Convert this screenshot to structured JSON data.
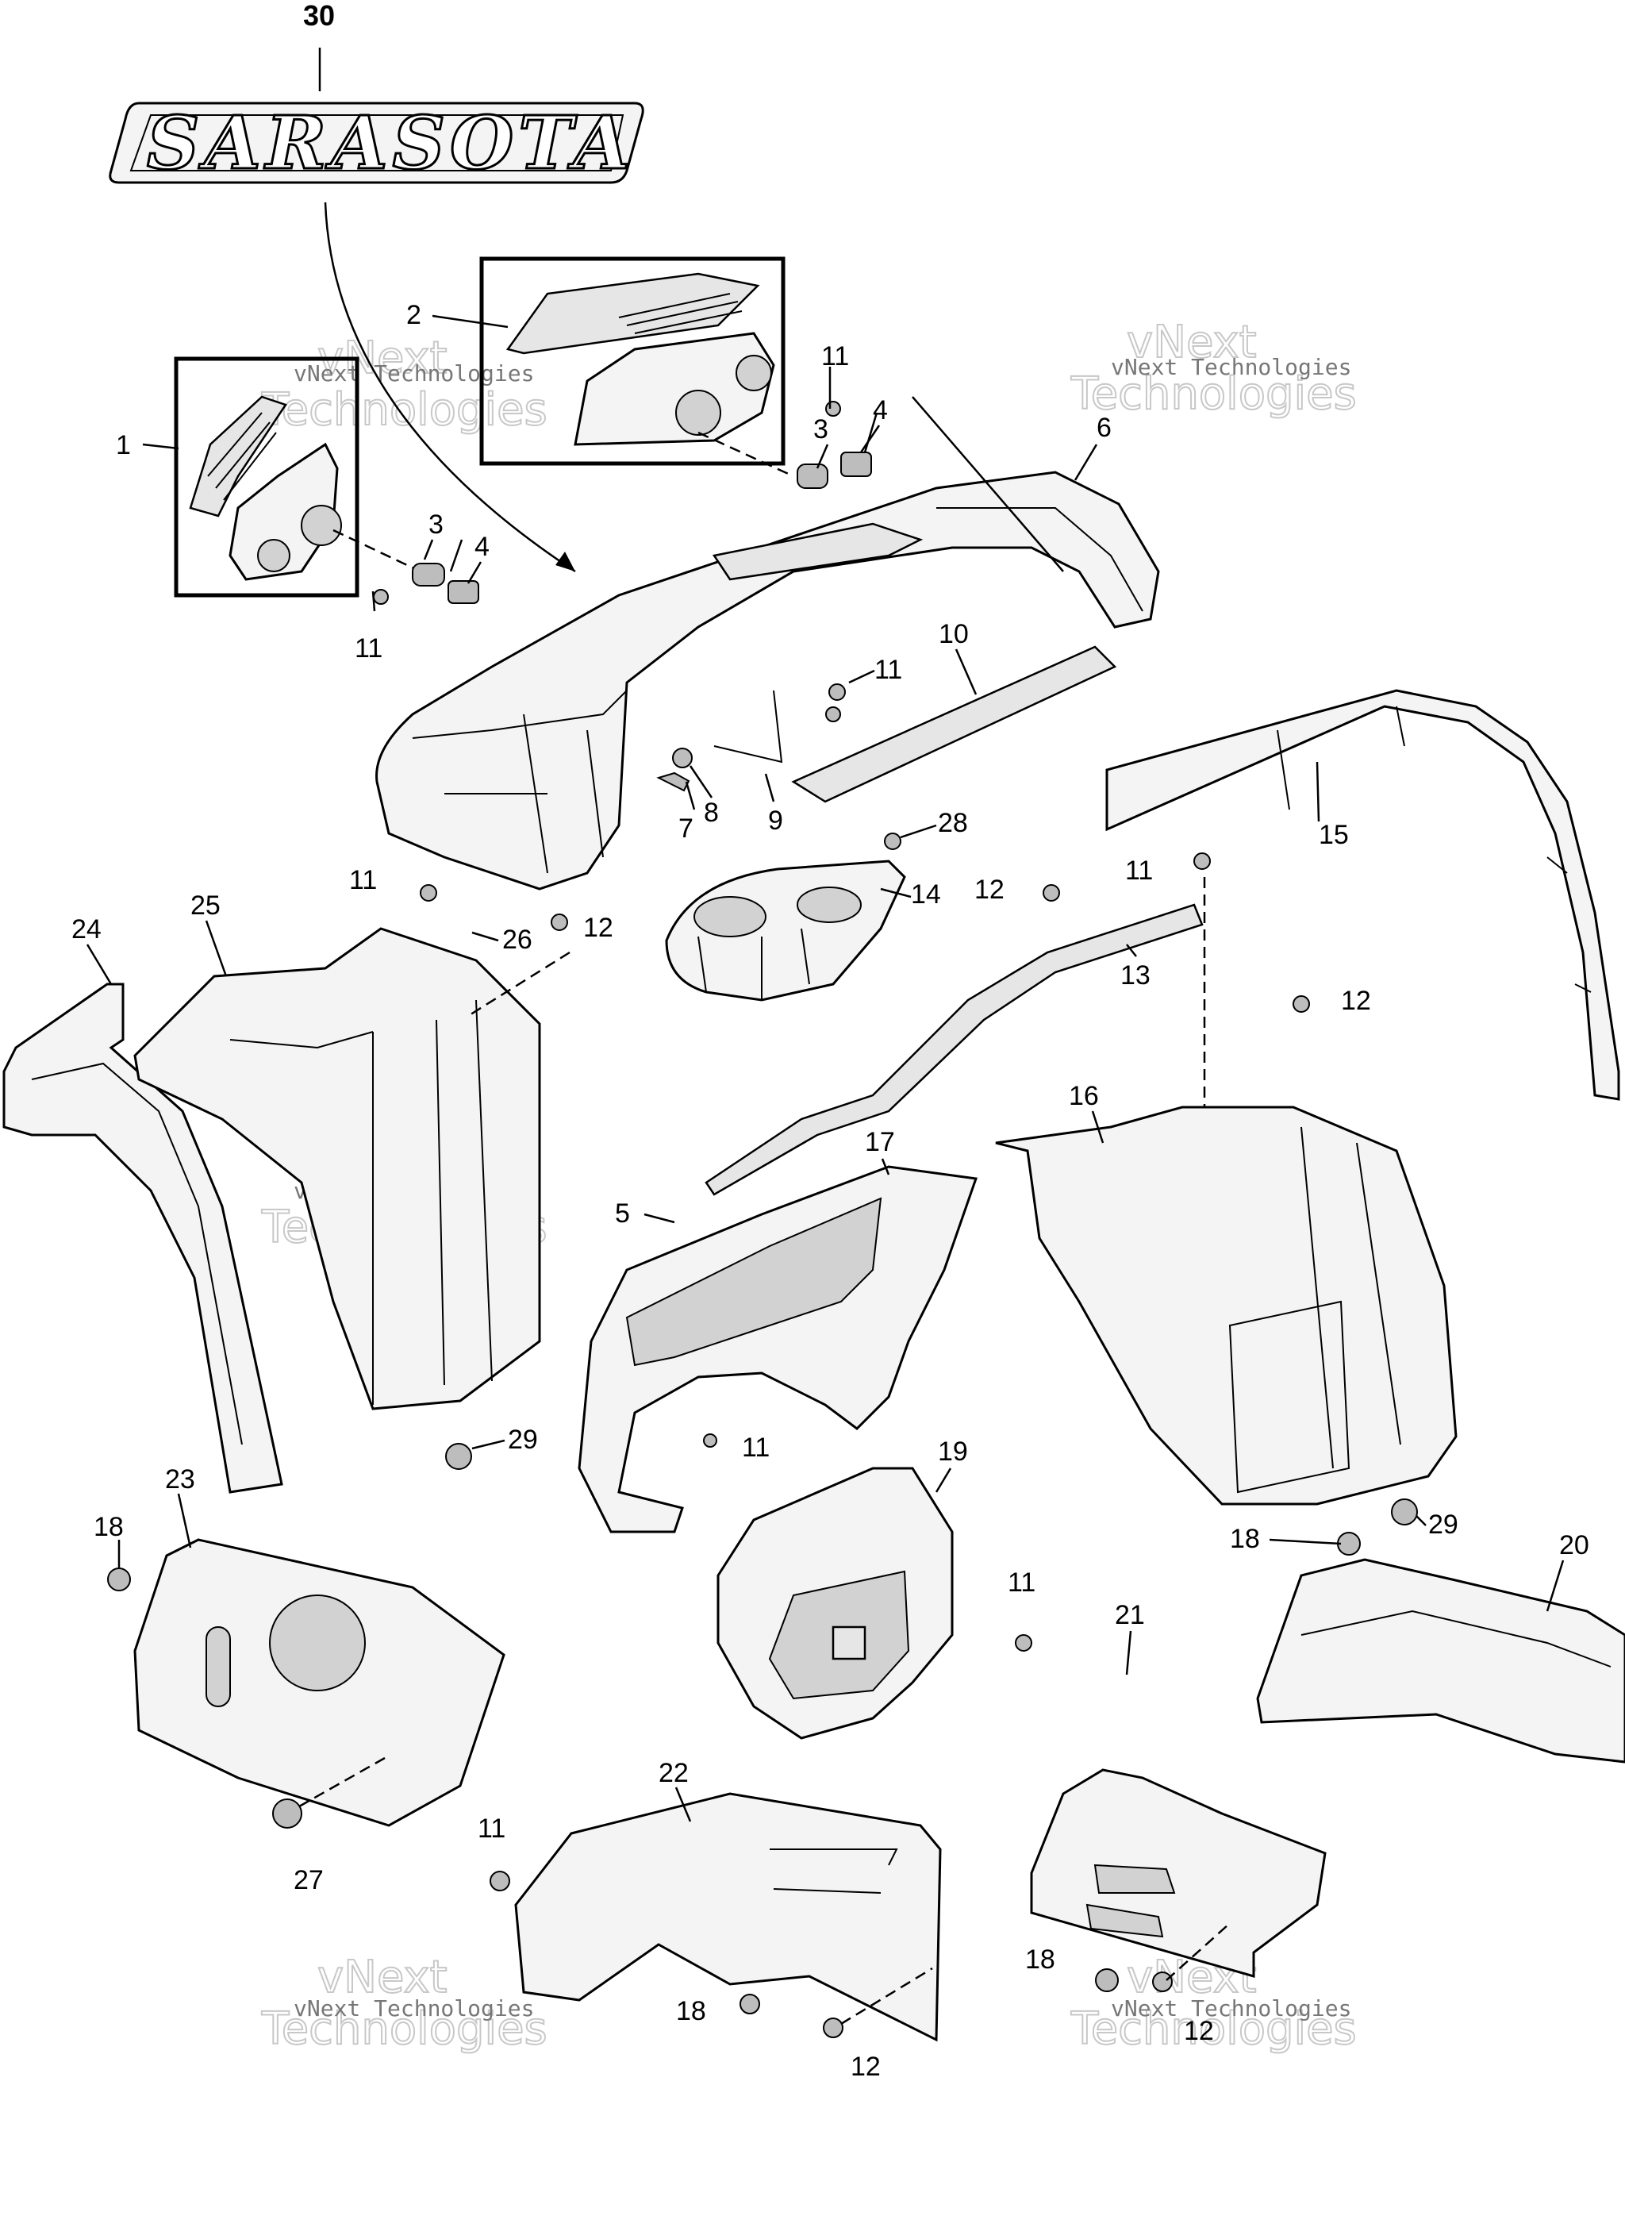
{
  "logo": {
    "text": "SARASOTA"
  },
  "watermark": {
    "small": "vNext Technologies",
    "large_top": "vNext",
    "large_bottom": "Technologies"
  },
  "callouts": {
    "c1": "1",
    "c2": "2",
    "c3a": "3",
    "c3b": "3",
    "c4a": "4",
    "c4b": "4",
    "c5": "5",
    "c6": "6",
    "c7": "7",
    "c8": "8",
    "c9": "9",
    "c10": "10",
    "c11a": "11",
    "c11b": "11",
    "c11c": "11",
    "c11d": "11",
    "c11e": "11",
    "c11f": "11",
    "c11g": "11",
    "c11h": "11",
    "c12a": "12",
    "c12b": "12",
    "c12c": "12",
    "c12d": "12",
    "c12e": "12",
    "c13": "13",
    "c14": "14",
    "c15": "15",
    "c16": "16",
    "c17": "17",
    "c18a": "18",
    "c18b": "18",
    "c18c": "18",
    "c18d": "18",
    "c19": "19",
    "c20": "20",
    "c21": "21",
    "c22": "22",
    "c23": "23",
    "c24": "24",
    "c25": "25",
    "c26": "26",
    "c27": "27",
    "c28": "28",
    "c29a": "29",
    "c29b": "29",
    "c30": "30"
  }
}
